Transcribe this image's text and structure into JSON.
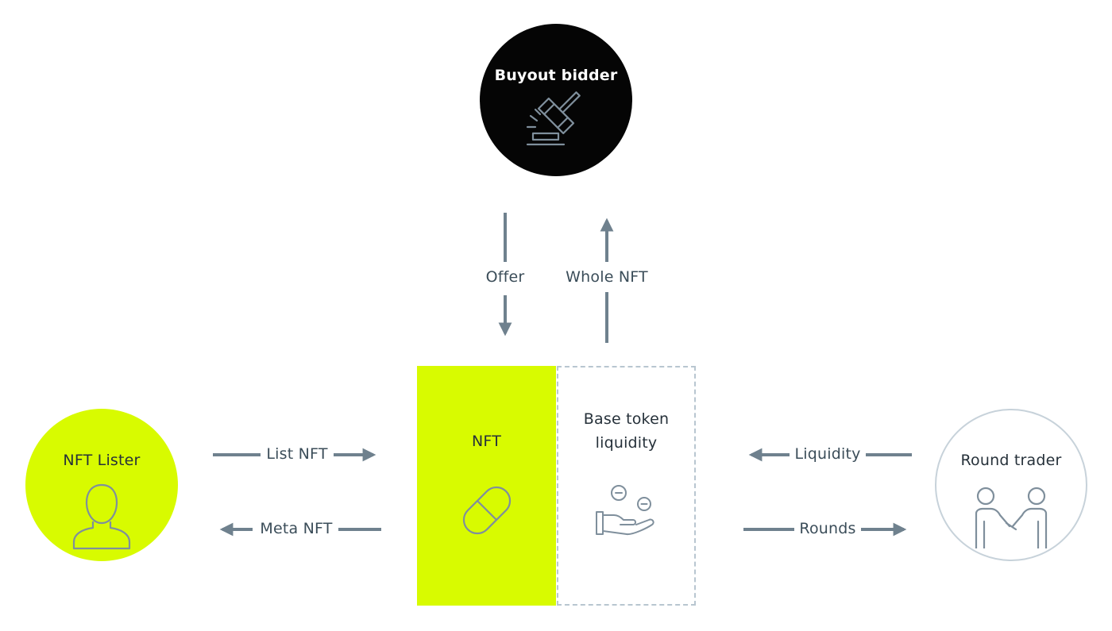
{
  "nodes": {
    "buyout_bidder": {
      "label": "Buyout bidder",
      "icon": "gavel-icon"
    },
    "nft_lister": {
      "label": "NFT Lister",
      "icon": "user-icon"
    },
    "round_trader": {
      "label": "Round trader",
      "icon": "handshake-icon"
    }
  },
  "center": {
    "nft": {
      "label": "NFT",
      "icon": "pill-icon"
    },
    "liquidity": {
      "label_line1": "Base token",
      "label_line2": "liquidity",
      "icon": "hand-coins-icon"
    }
  },
  "edges": {
    "offer": "Offer",
    "whole_nft": "Whole NFT",
    "list_nft": "List NFT",
    "meta_nft": "Meta NFT",
    "liquidity": "Liquidity",
    "rounds": "Rounds"
  },
  "colors": {
    "accent": "#d8fb00",
    "arrow": "#6f818e",
    "icon_stroke": "#7f8f9c",
    "dark_node": "#050505",
    "dashed_border": "#b8c6d0",
    "trader_border": "#c7d2da"
  }
}
